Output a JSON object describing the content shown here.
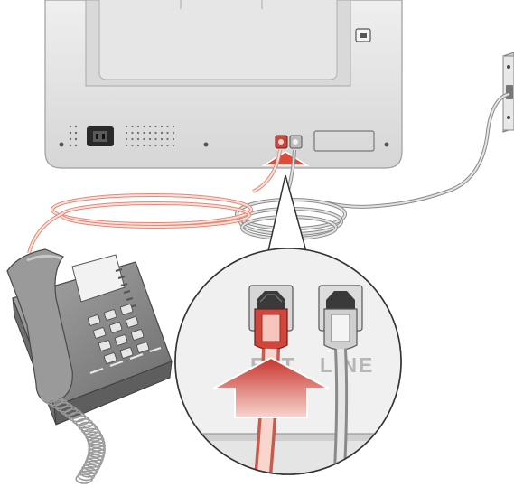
{
  "ports": {
    "ext_label": "EXT",
    "line_label": "LINE"
  },
  "colors": {
    "device_body": "#e4e4e4",
    "device_shadow": "#bdbdbd",
    "ext_cable": "#e88a7a",
    "ext_cable_light": "#f6c8bd",
    "line_cable": "#9a9a9a",
    "line_cable_light": "#d9d9d9",
    "arrow_dark": "#c8332b",
    "arrow_light": "#f2c6bd",
    "phone": "#8a8a8a"
  },
  "icons": [
    "fax-device",
    "telephone",
    "wall-jack",
    "power-socket-icon",
    "insert-arrow-icon"
  ]
}
